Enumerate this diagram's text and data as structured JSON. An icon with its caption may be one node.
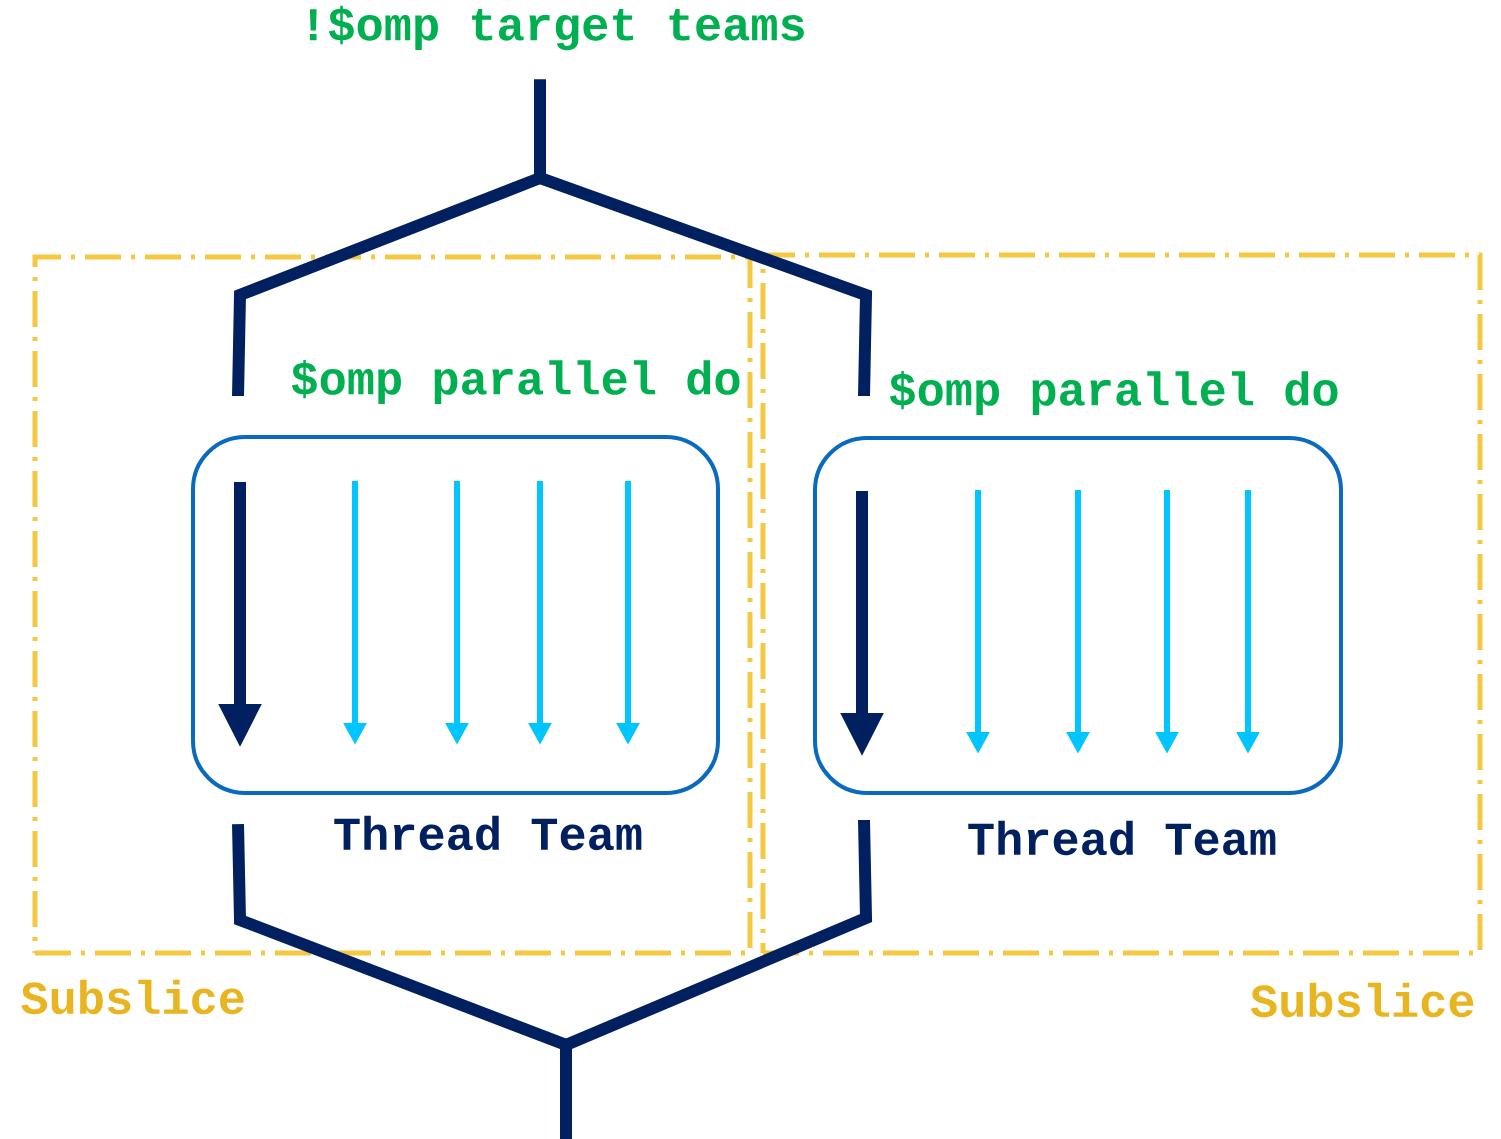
{
  "diagram": {
    "nodes": [
      {
        "text": [
          "!$omp target teams"
        ]
      },
      {
        "text": [
          "Subslice"
        ]
      },
      {
        "text": [
          "$omp parallel do",
          "Thread Team"
        ],
        "in": 1
      },
      {
        "text": [
          "Subslice"
        ]
      },
      {
        "text": [
          "$omp parallel do",
          "Thread Team"
        ],
        "in": 3
      }
    ],
    "edges": [
      {
        "from": 0,
        "to": 2,
        "arrow": "none"
      },
      {
        "from": 0,
        "to": 4,
        "arrow": "none"
      },
      {
        "from": 2,
        "to": null,
        "arrow": "none"
      },
      {
        "from": 4,
        "to": null,
        "arrow": "none"
      }
    ]
  }
}
